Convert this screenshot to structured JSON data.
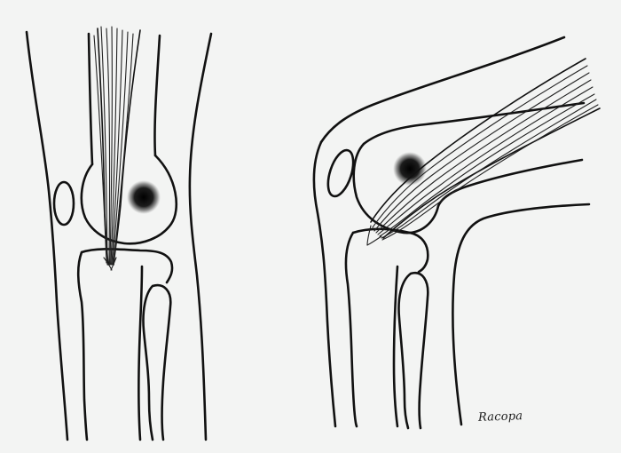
{
  "figure": {
    "signature": "Racopa",
    "views": [
      {
        "name": "frontal-view"
      },
      {
        "name": "lateral-flexed-view"
      }
    ]
  },
  "colors": {
    "paper": "#f3f4f3",
    "ink": "#111111",
    "lesion": "#0d0d0d"
  }
}
